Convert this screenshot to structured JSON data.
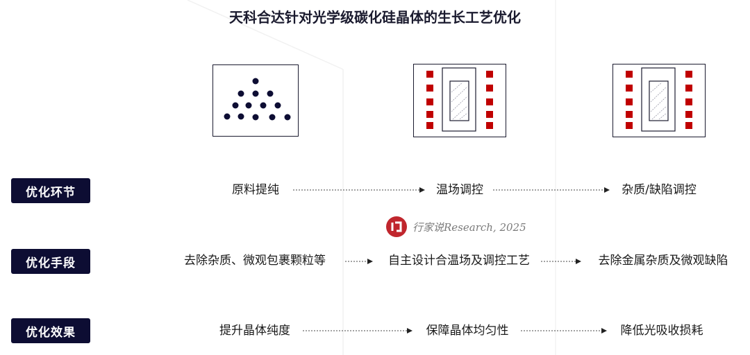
{
  "title": "天科合达针对光学级碳化硅晶体的生长工艺优化",
  "row_labels": [
    "优化环节",
    "优化手段",
    "优化效果"
  ],
  "rows": [
    [
      "原料提纯",
      "温场调控",
      "杂质/缺陷调控"
    ],
    [
      "去除杂质、微观包裹颗粒等",
      "自主设计合温场及调控工艺",
      "去除金属杂质及微观缺陷"
    ],
    [
      "提升晶体纯度",
      "保障晶体均匀性",
      "降低光吸收损耗"
    ]
  ],
  "icons": [
    "particle-pyramid-icon",
    "furnace-thermal-field-icon",
    "furnace-defect-control-icon"
  ],
  "watermark": "行家说Research, 2025",
  "colors": {
    "label_bg": "#0d0d33",
    "heater_red": "#c00000",
    "dots": "#0d0d33",
    "logo_red": "#c0262d"
  }
}
